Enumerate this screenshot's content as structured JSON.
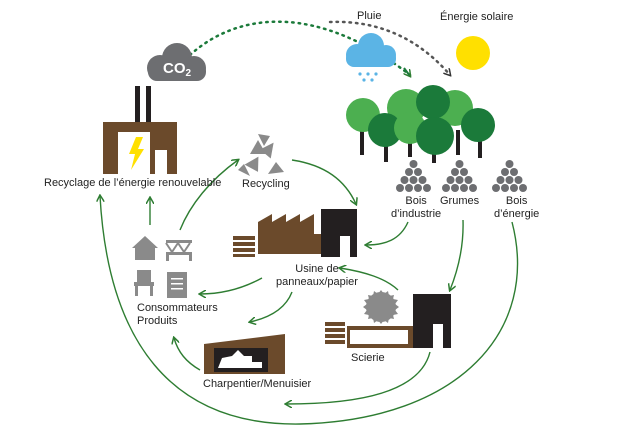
{
  "labels": {
    "co2": "CO",
    "co2_sub": "2",
    "rain": "Pluie",
    "sun": "Énergie solaire",
    "renewable": "Recyclage de l’énergie renouvelable",
    "recycling": "Recycling",
    "industrial_wood_1": "Bois",
    "industrial_wood_2": "d’industrie",
    "logs": "Grumes",
    "energy_wood_1": "Bois",
    "energy_wood_2": "d’énergie",
    "panel_mill_1": "Usine de",
    "panel_mill_2": "panneaux/papier",
    "consumers_1": "Consommateurs",
    "consumers_2": "Produits",
    "sawmill": "Scierie",
    "carpenter": "Charpentier/Menuisier"
  },
  "colors": {
    "arrow_green": "#2e7d32",
    "brown": "#6b4a2b",
    "dark": "#231f20",
    "grey": "#8a8a8a",
    "tree_light": "#4caf50",
    "tree_dark": "#1b7a3a",
    "rain_blue": "#5bb4e5",
    "sun_yellow": "#ffe000",
    "lightning_yellow": "#ffe000"
  }
}
